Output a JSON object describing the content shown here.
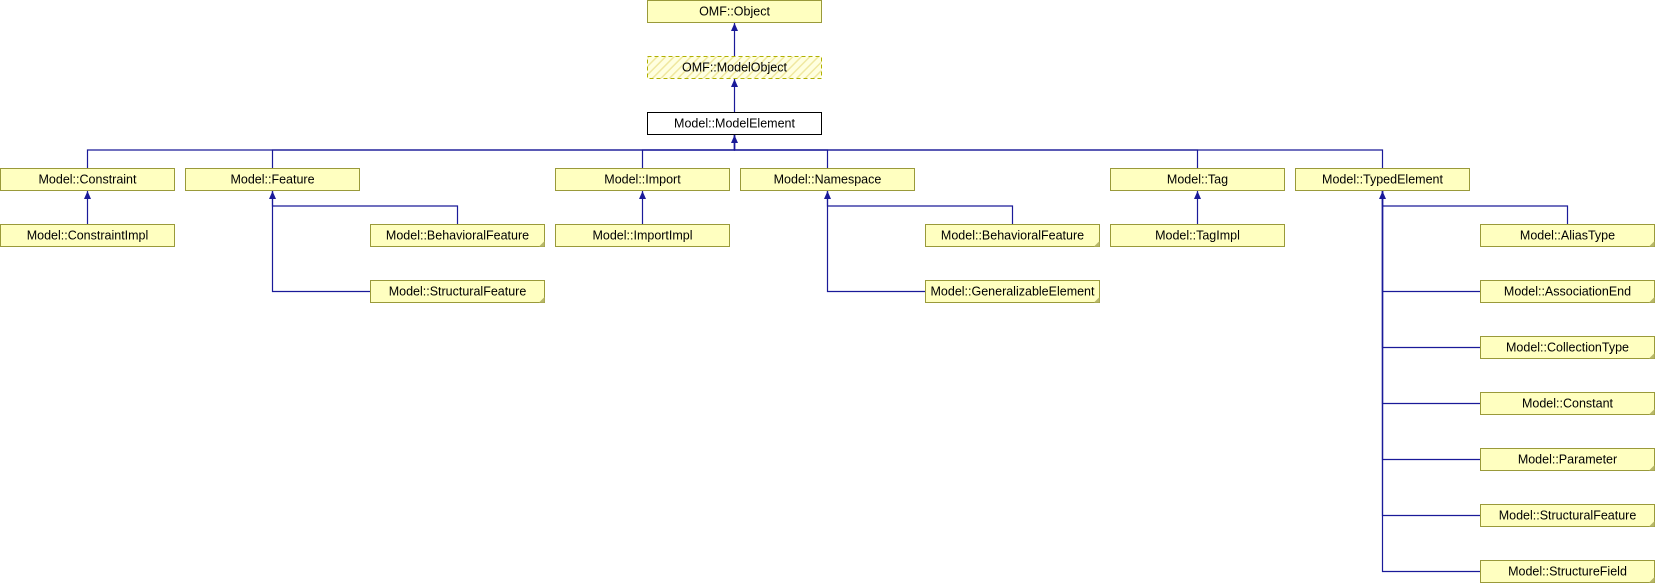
{
  "diagram": {
    "type": "class-inheritance-graph",
    "nodes": [
      {
        "id": "omf-object",
        "label": "OMF::Object",
        "style": "yellow"
      },
      {
        "id": "omf-modelobject",
        "label": "OMF::ModelObject",
        "style": "dashed"
      },
      {
        "id": "model-modelelement",
        "label": "Model::ModelElement",
        "style": "current"
      },
      {
        "id": "model-constraint",
        "label": "Model::Constraint",
        "style": "yellow"
      },
      {
        "id": "model-feature",
        "label": "Model::Feature",
        "style": "yellow"
      },
      {
        "id": "model-import",
        "label": "Model::Import",
        "style": "yellow"
      },
      {
        "id": "model-namespace",
        "label": "Model::Namespace",
        "style": "yellow"
      },
      {
        "id": "model-tag",
        "label": "Model::Tag",
        "style": "yellow"
      },
      {
        "id": "model-typedelement",
        "label": "Model::TypedElement",
        "style": "yellow"
      },
      {
        "id": "model-constraintimpl",
        "label": "Model::ConstraintImpl",
        "style": "yellow"
      },
      {
        "id": "feature-behavioralfeature",
        "label": "Model::BehavioralFeature",
        "style": "yellow",
        "truncated": true
      },
      {
        "id": "feature-structuralfeature",
        "label": "Model::StructuralFeature",
        "style": "yellow",
        "truncated": true
      },
      {
        "id": "model-importimpl",
        "label": "Model::ImportImpl",
        "style": "yellow"
      },
      {
        "id": "namespace-behavioralfeature",
        "label": "Model::BehavioralFeature",
        "style": "yellow",
        "truncated": true
      },
      {
        "id": "namespace-generalizableelement",
        "label": "Model::GeneralizableElement",
        "style": "yellow",
        "truncated": true
      },
      {
        "id": "model-tagimpl",
        "label": "Model::TagImpl",
        "style": "yellow"
      },
      {
        "id": "typed-aliastype",
        "label": "Model::AliasType",
        "style": "yellow",
        "truncated": true
      },
      {
        "id": "typed-associationend",
        "label": "Model::AssociationEnd",
        "style": "yellow",
        "truncated": true
      },
      {
        "id": "typed-collectiontype",
        "label": "Model::CollectionType",
        "style": "yellow",
        "truncated": true
      },
      {
        "id": "typed-constant",
        "label": "Model::Constant",
        "style": "yellow",
        "truncated": true
      },
      {
        "id": "typed-parameter",
        "label": "Model::Parameter",
        "style": "yellow",
        "truncated": true
      },
      {
        "id": "typed-structuralfeature",
        "label": "Model::StructuralFeature",
        "style": "yellow",
        "truncated": true
      },
      {
        "id": "typed-structurefield",
        "label": "Model::StructureField",
        "style": "yellow",
        "truncated": true
      }
    ],
    "edges": [
      {
        "from": "omf-modelobject",
        "to": "omf-object"
      },
      {
        "from": "model-modelelement",
        "to": "omf-modelobject"
      },
      {
        "from": "model-constraint",
        "to": "model-modelelement"
      },
      {
        "from": "model-feature",
        "to": "model-modelelement"
      },
      {
        "from": "model-import",
        "to": "model-modelelement"
      },
      {
        "from": "model-namespace",
        "to": "model-modelelement"
      },
      {
        "from": "model-tag",
        "to": "model-modelelement"
      },
      {
        "from": "model-typedelement",
        "to": "model-modelelement"
      },
      {
        "from": "model-constraintimpl",
        "to": "model-constraint"
      },
      {
        "from": "feature-behavioralfeature",
        "to": "model-feature"
      },
      {
        "from": "feature-structuralfeature",
        "to": "model-feature"
      },
      {
        "from": "model-importimpl",
        "to": "model-import"
      },
      {
        "from": "namespace-behavioralfeature",
        "to": "model-namespace"
      },
      {
        "from": "namespace-generalizableelement",
        "to": "model-namespace"
      },
      {
        "from": "model-tagimpl",
        "to": "model-tag"
      },
      {
        "from": "typed-aliastype",
        "to": "model-typedelement"
      },
      {
        "from": "typed-associationend",
        "to": "model-typedelement"
      },
      {
        "from": "typed-collectiontype",
        "to": "model-typedelement"
      },
      {
        "from": "typed-constant",
        "to": "model-typedelement"
      },
      {
        "from": "typed-parameter",
        "to": "model-typedelement"
      },
      {
        "from": "typed-structuralfeature",
        "to": "model-typedelement"
      },
      {
        "from": "typed-structurefield",
        "to": "model-typedelement"
      }
    ],
    "colors": {
      "node_fill": "#ffffc0",
      "node_border": "#9a9a3a",
      "current_fill": "#ffffff",
      "edge": "#1a1a99"
    }
  }
}
